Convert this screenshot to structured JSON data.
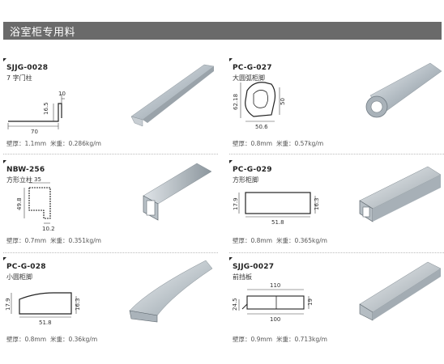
{
  "header": {
    "title": "浴室柜专用料"
  },
  "products": [
    {
      "code": "SJJG-0028",
      "name": "7 字门柱",
      "thickness": "壁厚：1.1mm",
      "weight": "米重：0.286kg/m",
      "dims": {
        "a": "10",
        "b": "16.5",
        "c": "70"
      }
    },
    {
      "code": "PC-G-027",
      "name": "大圆弧柜脚",
      "thickness": "壁厚：0.8mm",
      "weight": "米重：0.57kg/m",
      "dims": {
        "a": "62.18",
        "b": "50",
        "c": "50.6"
      }
    },
    {
      "code": "NBW-256",
      "name": "方形立柱",
      "thickness": "壁厚：0.7mm",
      "weight": "米重：0.351kg/m",
      "dims": {
        "a": "35",
        "b": "49.8",
        "c": "10.2"
      }
    },
    {
      "code": "PC-G-029",
      "name": "方形柜脚",
      "thickness": "壁厚：0.8mm",
      "weight": "米重：0.365kg/m",
      "dims": {
        "a": "17.9",
        "b": "16.3",
        "c": "51.8"
      }
    },
    {
      "code": "PC-G-028",
      "name": "小圆柜脚",
      "thickness": "壁厚：0.8mm",
      "weight": "米重：0.36kg/m",
      "dims": {
        "a": "17.9",
        "b": "16.3",
        "c": "51.8"
      }
    },
    {
      "code": "SJJG-0027",
      "name": "前挡板",
      "thickness": "壁厚：0.9mm",
      "weight": "米重：0.713kg/m",
      "dims": {
        "a": "110",
        "b": "24.5",
        "c": "19",
        "d": "100"
      }
    }
  ]
}
